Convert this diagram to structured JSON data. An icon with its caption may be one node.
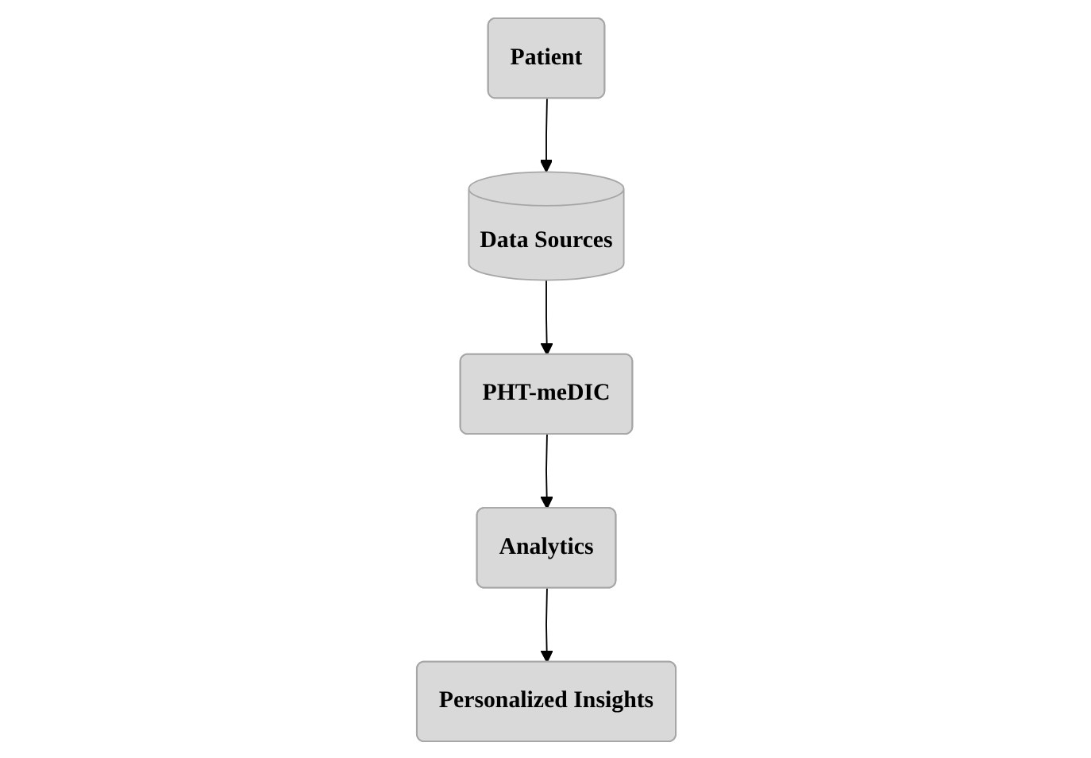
{
  "diagram": {
    "nodes": [
      {
        "text": [
          "Patient"
        ]
      },
      {
        "text": [
          "Data Sources"
        ]
      },
      {
        "text": [
          "PHT-meDIC"
        ]
      },
      {
        "text": [
          "Analytics"
        ]
      },
      {
        "text": [
          "Personalized Insights"
        ]
      }
    ],
    "edges": [
      {
        "from": 0,
        "to": 1,
        "arrow": "to"
      },
      {
        "from": 1,
        "to": 2,
        "arrow": "to"
      },
      {
        "from": 2,
        "to": 3,
        "arrow": "to"
      },
      {
        "from": 3,
        "to": 4,
        "arrow": "to"
      }
    ]
  }
}
